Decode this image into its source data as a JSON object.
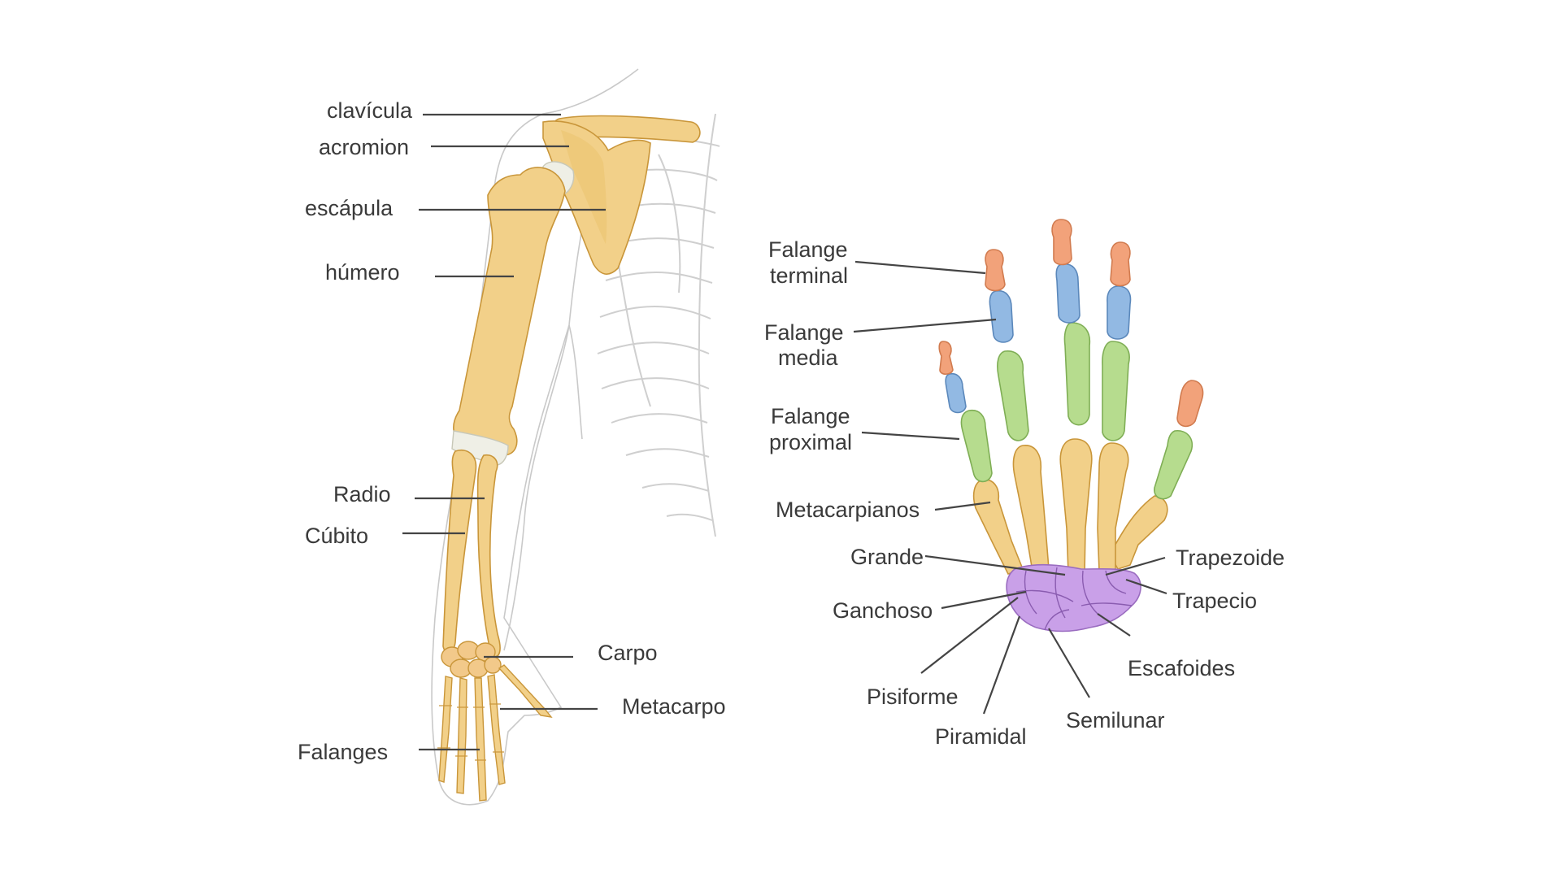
{
  "arm": {
    "labels": {
      "clavicula": "clavícula",
      "acromion": "acromion",
      "escapula": "escápula",
      "humero": "húmero",
      "radio": "Radio",
      "cubito": "Cúbito",
      "carpo": "Carpo",
      "metacarpo": "Metacarpo",
      "falanges": "Falanges"
    }
  },
  "hand": {
    "labels": {
      "falange_terminal_1": "Falange",
      "falange_terminal_2": "terminal",
      "falange_media_1": "Falange",
      "falange_media_2": "media",
      "falange_proximal_1": "Falange",
      "falange_proximal_2": "proximal",
      "metacarpianos": "Metacarpianos",
      "grande": "Grande",
      "ganchoso": "Ganchoso",
      "pisiforme": "Pisiforme",
      "piramidal": "Piramidal",
      "semilunar": "Semilunar",
      "escafoides": "Escafoides",
      "trapecio": "Trapecio",
      "trapezoide": "Trapezoide"
    }
  },
  "colors": {
    "bone": "#f2d089",
    "terminal": "#f2a27a",
    "media": "#92b9e3",
    "proximal": "#b6dc8e",
    "carpal": "#c9a0e8"
  }
}
